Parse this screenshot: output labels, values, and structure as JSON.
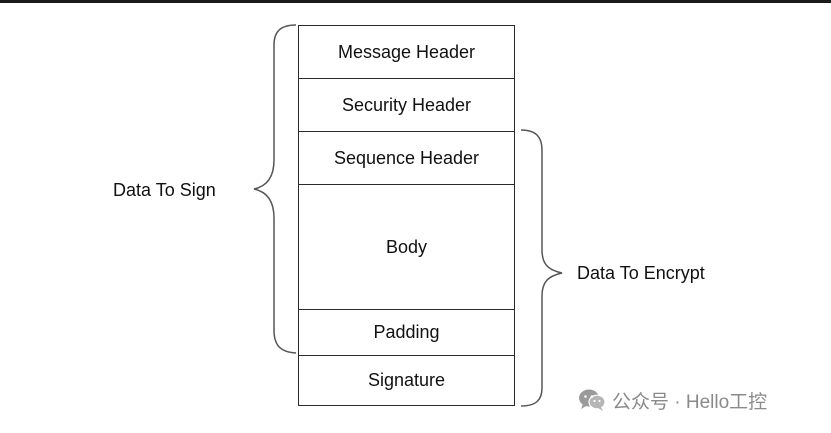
{
  "diagram": {
    "blocks": [
      {
        "id": "message-header",
        "label": "Message Header"
      },
      {
        "id": "security-header",
        "label": "Security Header"
      },
      {
        "id": "sequence-header",
        "label": "Sequence Header"
      },
      {
        "id": "body",
        "label": "Body"
      },
      {
        "id": "padding",
        "label": "Padding"
      },
      {
        "id": "signature",
        "label": "Signature"
      }
    ],
    "brace_sign": {
      "label": "Data To Sign",
      "covers": [
        "Message Header",
        "Security Header",
        "Sequence Header",
        "Body",
        "Padding"
      ]
    },
    "brace_encrypt": {
      "label": "Data To Encrypt",
      "covers": [
        "Sequence Header",
        "Body",
        "Padding",
        "Signature"
      ]
    }
  },
  "watermark": {
    "text": "公众号 · Hello工控",
    "icon": "wechat-icon"
  },
  "colors": {
    "border": "#2b2b2b",
    "text": "#111111",
    "brace": "#555555",
    "watermark": "#8a8a8a"
  }
}
